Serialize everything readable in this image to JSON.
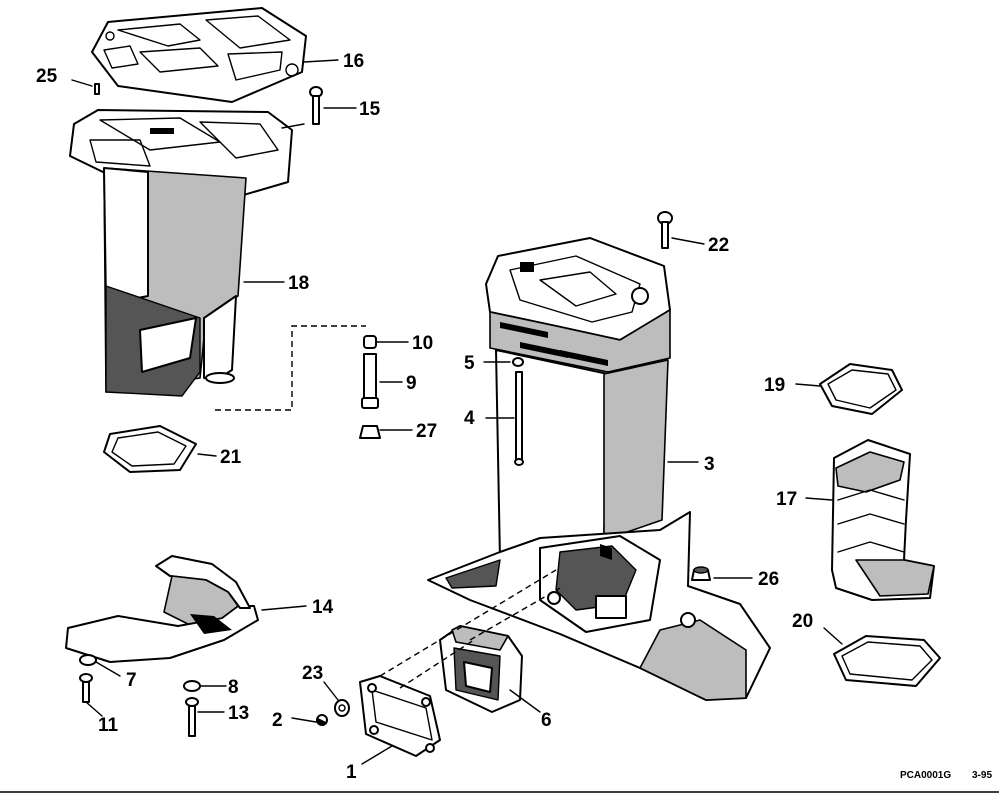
{
  "diagram": {
    "callouts": [
      {
        "id": "1",
        "label": "1"
      },
      {
        "id": "2",
        "label": "2"
      },
      {
        "id": "3",
        "label": "3"
      },
      {
        "id": "4",
        "label": "4"
      },
      {
        "id": "5",
        "label": "5"
      },
      {
        "id": "6",
        "label": "6"
      },
      {
        "id": "7",
        "label": "7"
      },
      {
        "id": "8",
        "label": "8"
      },
      {
        "id": "9",
        "label": "9"
      },
      {
        "id": "10",
        "label": "10"
      },
      {
        "id": "11",
        "label": "11"
      },
      {
        "id": "13",
        "label": "13"
      },
      {
        "id": "14",
        "label": "14"
      },
      {
        "id": "15",
        "label": "15"
      },
      {
        "id": "16",
        "label": "16"
      },
      {
        "id": "17",
        "label": "17"
      },
      {
        "id": "18",
        "label": "18"
      },
      {
        "id": "19",
        "label": "19"
      },
      {
        "id": "20",
        "label": "20"
      },
      {
        "id": "21",
        "label": "21"
      },
      {
        "id": "22",
        "label": "22"
      },
      {
        "id": "23",
        "label": "23"
      },
      {
        "id": "25",
        "label": "25"
      },
      {
        "id": "26",
        "label": "26"
      },
      {
        "id": "27",
        "label": "27"
      }
    ],
    "footer_code": "PCA0001G",
    "footer_date": "3-95"
  }
}
